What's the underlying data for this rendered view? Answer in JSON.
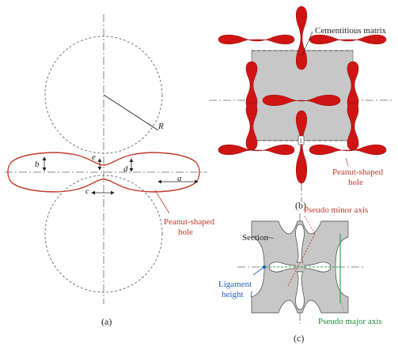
{
  "colors": {
    "hole_fill": "#cf1414",
    "hole_outline": "#c0392b",
    "matrix": "#c7c7c7",
    "matrix_dark": "#bdbdbd",
    "line": "#444444",
    "dim": "#222222",
    "red_text": "#c0392b",
    "blue_text": "#1f5fbf",
    "green_text": "#1e8c3a",
    "green_line": "#2aa84a"
  },
  "panel_a": {
    "caption": "(a)",
    "hole_label_line1": "Peanut-shaped",
    "hole_label_line2": "hole",
    "dims": {
      "R": "R",
      "a": "a",
      "b": "b",
      "c": "c",
      "d": "d",
      "e": "e"
    }
  },
  "panel_b": {
    "caption": "(b)",
    "matrix_label": "Cementitious matrix",
    "hole_label_line1": "Peanut-shaped",
    "hole_label_line2": "hole",
    "marker": "l"
  },
  "panel_c": {
    "caption": "(c)",
    "section_label": "Section",
    "minor_axis_label": "Pseudo minor axis",
    "major_axis_label": "Pseudo major axis",
    "ligament_line1": "Ligament",
    "ligament_line2": "height",
    "ligament_symbol": "l"
  }
}
